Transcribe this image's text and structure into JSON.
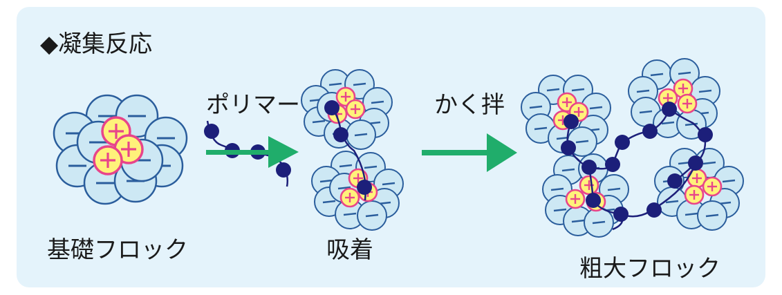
{
  "title": "◆凝集反応",
  "labels": {
    "polymer": "ポリマー",
    "stir": "かく拌",
    "base_floc": "基礎フロック",
    "adsorption": "吸着",
    "large_floc": "粗大フロック"
  },
  "colors": {
    "panel": "#e4f3fb",
    "neg_particle_fill": "#cde8f4",
    "neg_particle_stroke": "#2a5d9c",
    "pos_particle_fill": "#fff27a",
    "pos_particle_stroke": "#e8458a",
    "polymer_bead": "#1c1f7a",
    "arrow": "#20ad6b"
  },
  "icons": [
    "positive-charge-icon",
    "negative-charge-icon",
    "polymer-bead-icon",
    "arrow-icon"
  ]
}
